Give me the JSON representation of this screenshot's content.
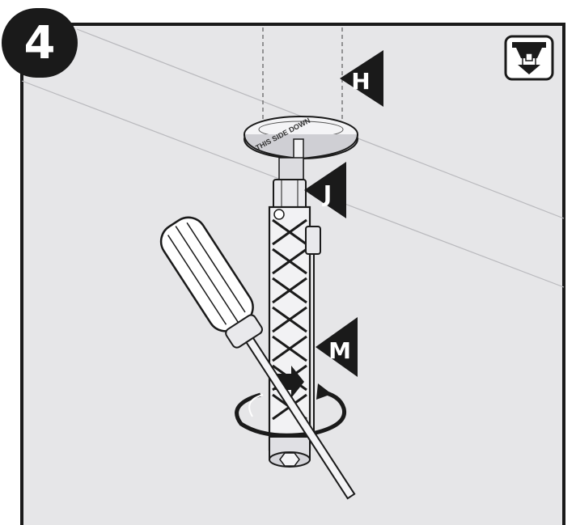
{
  "step": {
    "number": "4"
  },
  "callouts": [
    {
      "id": "H",
      "label": "H"
    },
    {
      "id": "J",
      "label": "J"
    },
    {
      "id": "M",
      "label": "M"
    }
  ],
  "part_marking": "THIS SIDE DOWN",
  "icons": {
    "corner_icon": "ceiling-mount-down-icon",
    "tool": "screwdriver-icon",
    "rotation": "rotate-arrow-icon"
  },
  "colors": {
    "background": "#e6e6e8",
    "frame": "#1a1a1a",
    "callout_fill": "#1a1a1a"
  }
}
